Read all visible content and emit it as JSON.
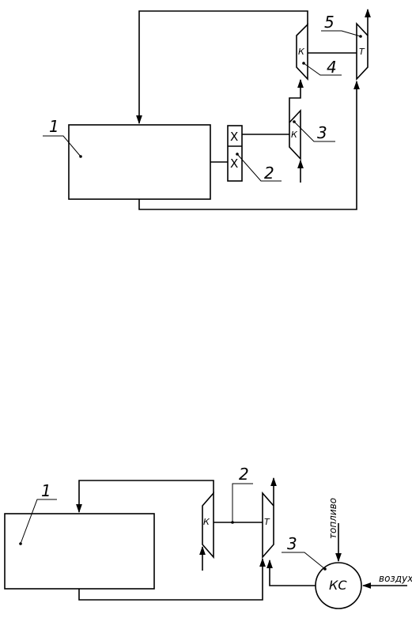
{
  "scheme_top": {
    "callouts": {
      "engine": "1",
      "gearbox": "2",
      "compressor_low": "3",
      "compressor_high": "4",
      "turbine": "5"
    },
    "symbols": {
      "compressor_high": "К",
      "compressor_low": "К",
      "turbine": "Т",
      "gear_top": "X",
      "gear_bottom": "X"
    }
  },
  "scheme_bottom": {
    "callouts": {
      "engine": "1",
      "shaft": "2",
      "combustor": "3"
    },
    "symbols": {
      "compressor": "К",
      "turbine": "Т",
      "combustor": "КС"
    },
    "inputs": {
      "fuel": "топливо",
      "air": "воздух"
    }
  }
}
